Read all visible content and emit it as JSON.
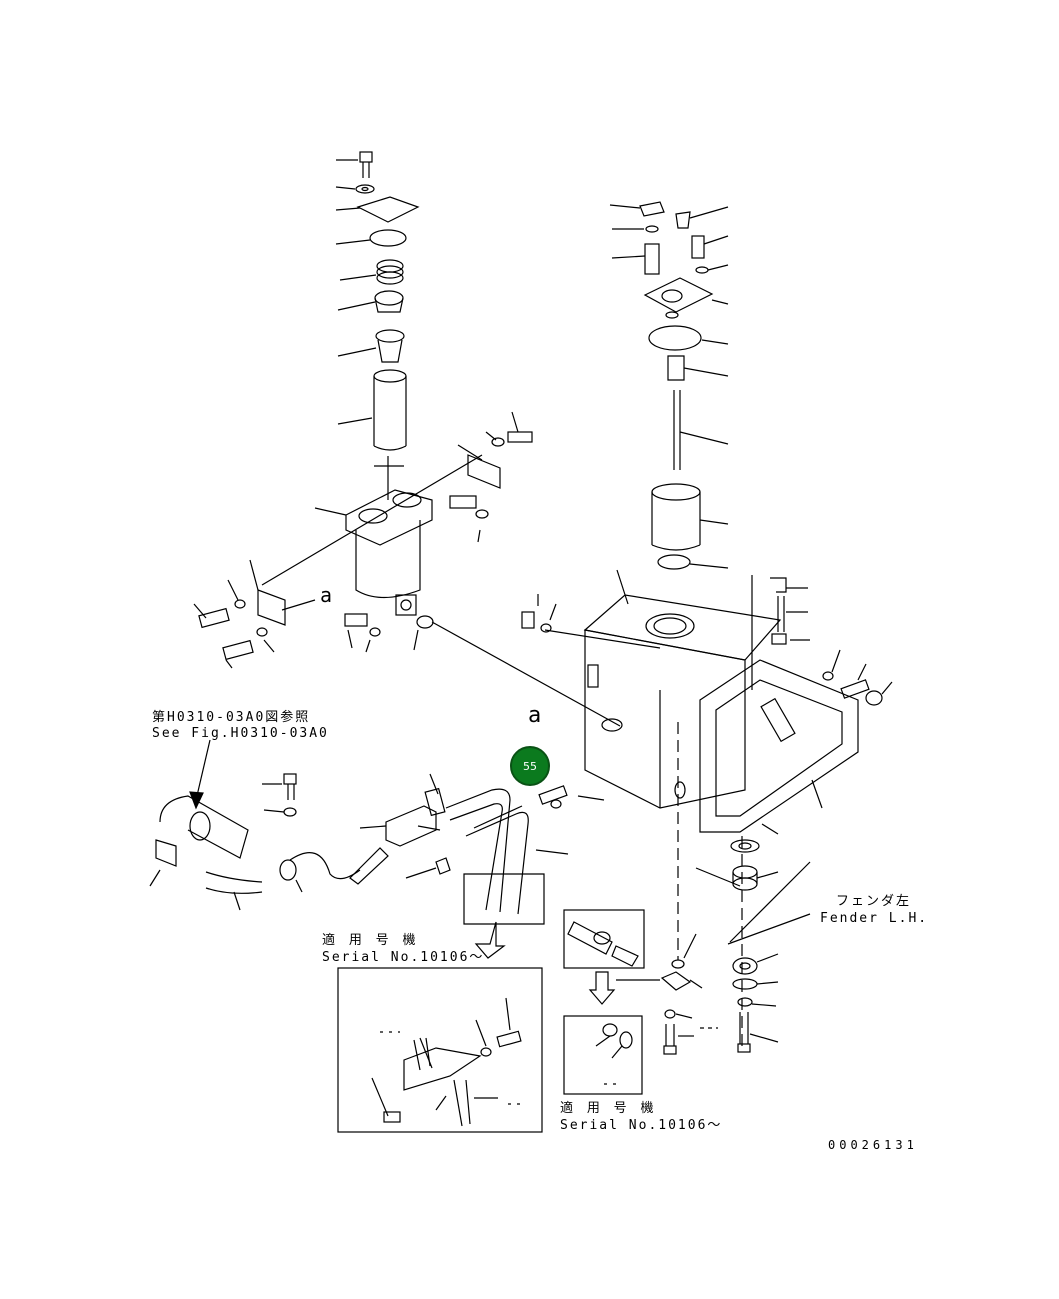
{
  "diagram": {
    "callout_number": "55",
    "detail_marker_a": "a",
    "reference_note": {
      "line1": "第H0310-03A0図参照",
      "line2": "See Fig.H0310-03A0"
    },
    "serial_note_1": {
      "line1": "適 用 号 機",
      "line2": "Serial No.10106～"
    },
    "serial_note_2": {
      "line1": "適 用 号 機",
      "line2": "Serial No.10106～"
    },
    "fender_label": {
      "line1": "フェンダ左",
      "line2": "Fender L.H."
    },
    "drawing_number": "00026131"
  }
}
